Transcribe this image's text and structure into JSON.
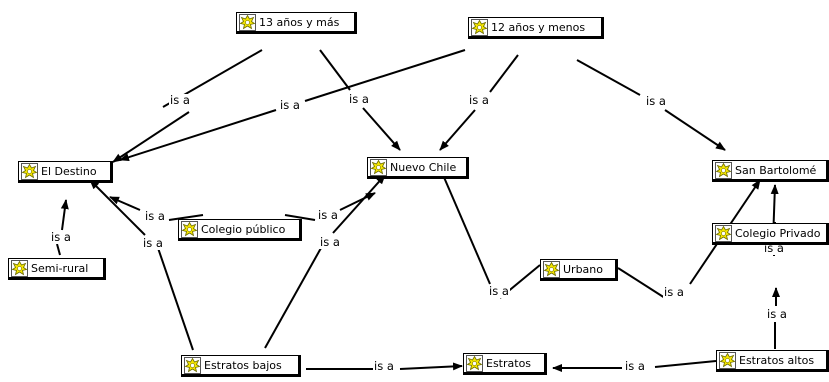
{
  "concept_map": {
    "link_label": "is a",
    "nodes": {
      "n13_mas": "13 años y más",
      "n12_menos": "12 años y menos",
      "el_destino": "El Destino",
      "nuevo_chile": "Nuevo Chile",
      "san_bartolome": "San Bartolomé",
      "colegio_publico": "Colegio público",
      "colegio_privado": "Colegio Privado",
      "semi_rural": "Semi-rural",
      "urbano": "Urbano",
      "estratos_bajos": "Estratos bajos",
      "estratos": "Estratos",
      "estratos_altos": "Estratos altos"
    },
    "icon": "concept-resource-icon",
    "colors": {
      "line": "#000000",
      "icon_fill": "#f5e600",
      "icon_outline": "#6b6b00"
    }
  }
}
